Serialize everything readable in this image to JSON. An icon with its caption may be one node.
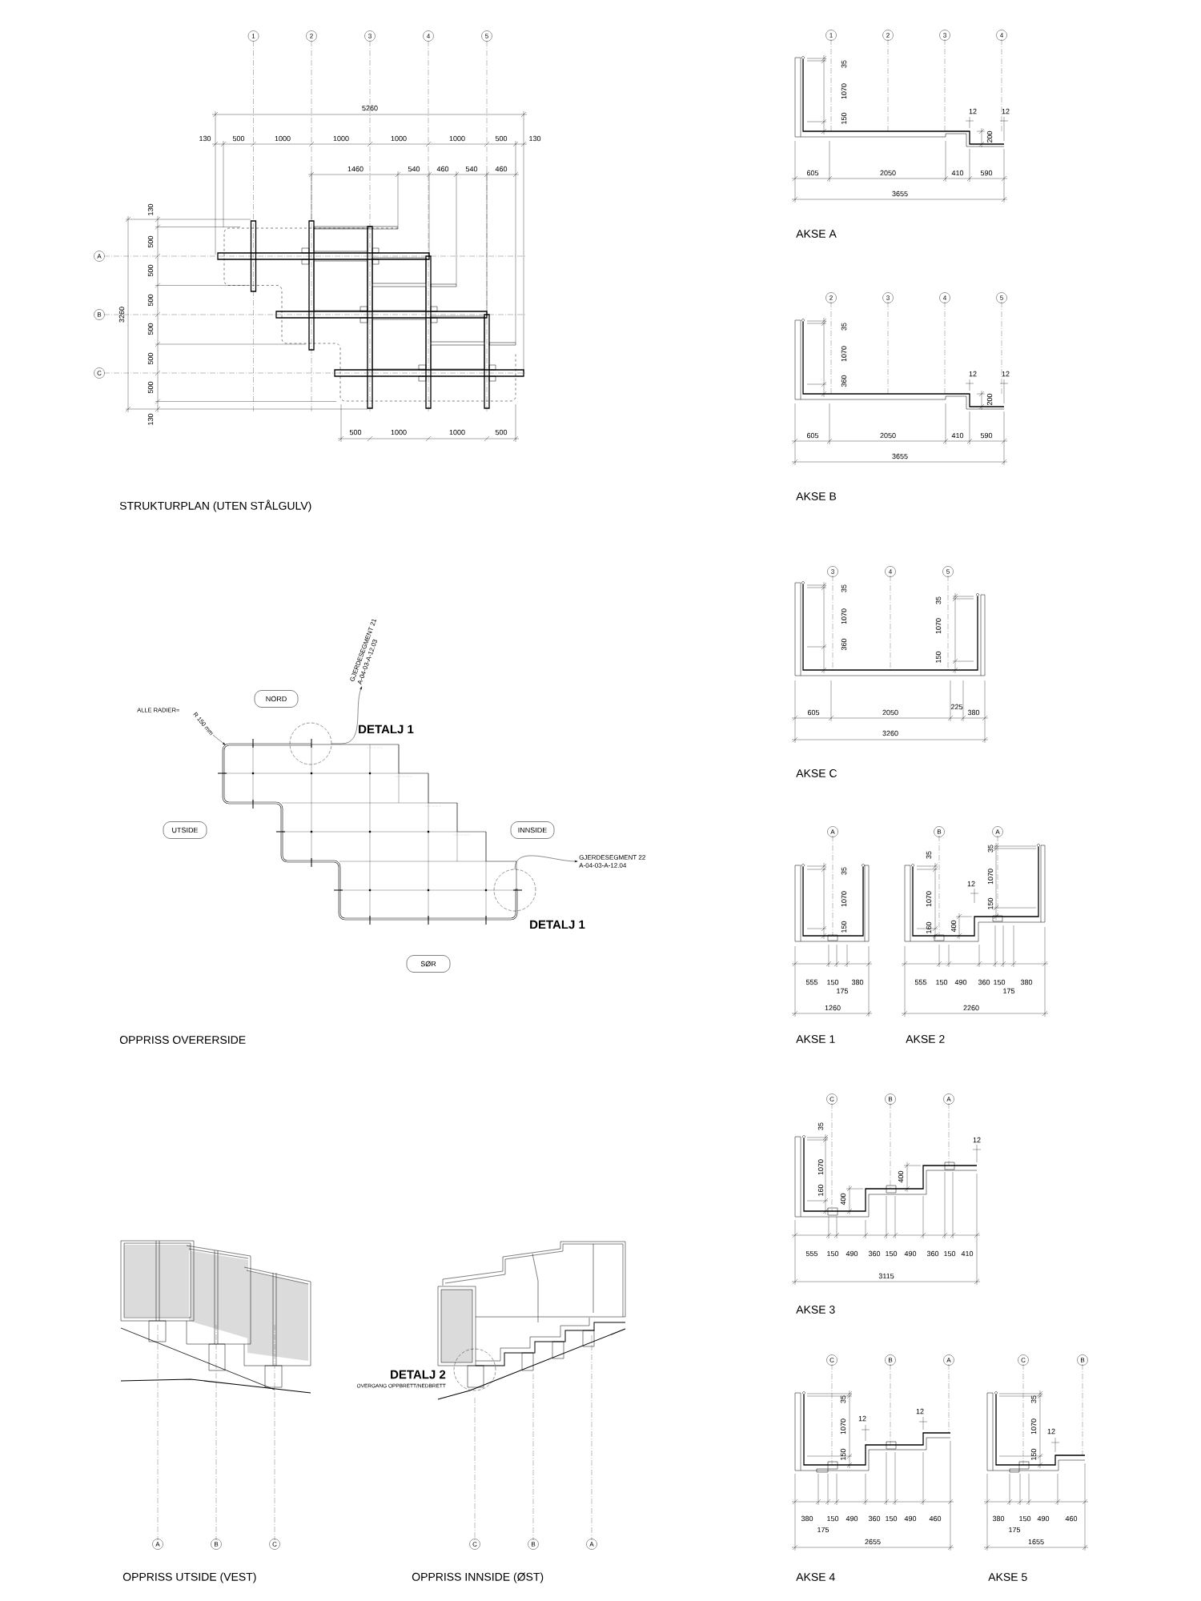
{
  "diagram": {
    "nodes": [
      {
        "text": [
          "1"
        ]
      },
      {
        "text": [
          "2"
        ]
      },
      {
        "text": [
          "3"
        ]
      },
      {
        "text": [
          "4"
        ]
      },
      {
        "text": [
          "5"
        ]
      },
      {
        "text": [
          "A"
        ]
      },
      {
        "text": [
          "B"
        ]
      },
      {
        "text": [
          "C"
        ]
      },
      {
        "text": [
          "1"
        ]
      },
      {
        "text": [
          "2"
        ]
      },
      {
        "text": [
          "3"
        ]
      },
      {
        "text": [
          "4"
        ]
      },
      {
        "text": [
          "2"
        ]
      },
      {
        "text": [
          "3"
        ]
      },
      {
        "text": [
          "4"
        ]
      },
      {
        "text": [
          "5"
        ]
      },
      {
        "text": [
          "3"
        ]
      },
      {
        "text": [
          "4"
        ]
      },
      {
        "text": [
          "5"
        ]
      },
      {
        "text": [
          "R 150 mm"
        ]
      },
      {
        "text": [
          "NORD"
        ]
      },
      {
        "text": [
          "GJERDESEGMENT 21",
          "A-04-03-A-12.03"
        ]
      },
      {
        "text": [],
        "shape": "circle",
        "beside": [
          "DETALJ 1"
        ]
      },
      {
        "text": [
          "UTSIDE"
        ]
      },
      {
        "text": [
          "INNSIDE"
        ]
      },
      {
        "text": [
          "GJERDESEGMENT 22",
          "A-04-03-A-12.04"
        ]
      },
      {
        "text": [],
        "shape": "circle",
        "beside": [
          "DETALJ 1"
        ]
      },
      {
        "text": [
          "SØR"
        ]
      },
      {
        "text": [
          "A"
        ]
      },
      {
        "text": [
          "B"
        ]
      },
      {
        "text": [
          "A"
        ]
      },
      {
        "text": [
          "C"
        ]
      },
      {
        "text": [
          "B"
        ]
      },
      {
        "text": [
          "A"
        ]
      },
      {
        "text": [
          "A"
        ]
      },
      {
        "text": [
          "B"
        ]
      },
      {
        "text": [
          "C"
        ]
      },
      {
        "text": [],
        "shape": "circle",
        "beside": [
          "DETALJ 2",
          "OVERGANG OPPBRETT/NEDBRETT"
        ]
      },
      {
        "text": [
          "C"
        ]
      },
      {
        "text": [
          "B"
        ]
      },
      {
        "text": [
          "A"
        ]
      },
      {
        "text": [
          "C"
        ]
      },
      {
        "text": [
          "B"
        ]
      },
      {
        "text": [
          "A"
        ]
      },
      {
        "text": [
          "C"
        ]
      },
      {
        "text": [
          "B"
        ]
      }
    ],
    "edges": [
      {
        "from": 22,
        "to": 21,
        "arrow": "to"
      },
      {
        "from": 26,
        "to": 25,
        "arrow": "to"
      },
      {
        "from": 19,
        "to": null,
        "arrow": "to"
      }
    ],
    "labels": [
      "5260",
      "130",
      "500",
      "1000",
      "1000",
      "1000",
      "1000",
      "500",
      "130",
      "1460",
      "540",
      "460",
      "540",
      "460",
      "3260",
      "130",
      "500",
      "500",
      "500",
      "500",
      "500",
      "500",
      "130",
      "500",
      "1000",
      "1000",
      "500",
      "STRUKTURPLAN (UTEN STÅLGULV)",
      "35",
      "1070",
      "150",
      "12",
      "12",
      "200",
      "605",
      "2050",
      "410",
      "590",
      "3655",
      "AKSE A",
      "35",
      "1070",
      "360",
      "12",
      "12",
      "200",
      "605",
      "2050",
      "410",
      "590",
      "3655",
      "AKSE B",
      "35",
      "1070",
      "360",
      "35",
      "1070",
      "150",
      "605",
      "2050",
      "225",
      "380",
      "3260",
      "AKSE C",
      "ALLE RADIER=",
      "OPPRISS OVERERSIDE",
      "35",
      "1070",
      "150",
      "555",
      "150",
      "175",
      "380",
      "1260",
      "AKSE 1",
      "35",
      "1070",
      "160",
      "400",
      "12",
      "35",
      "1070",
      "150",
      "555",
      "150",
      "490",
      "360",
      "150",
      "175",
      "380",
      "2260",
      "AKSE 2",
      "35",
      "1070",
      "160",
      "400",
      "400",
      "12",
      "555",
      "150",
      "490",
      "360",
      "150",
      "490",
      "360",
      "150",
      "410",
      "3115",
      "AKSE 3",
      "OPPRISS UTSIDE (VEST)",
      "OPPRISS INNSIDE (ØST)",
      "35",
      "1070",
      "150",
      "12",
      "12",
      "380",
      "150",
      "490",
      "360",
      "150",
      "490",
      "460",
      "175",
      "2655",
      "AKSE 4",
      "35",
      "1070",
      "150",
      "12",
      "380",
      "150",
      "490",
      "460",
      "175",
      "1655",
      "AKSE 5"
    ]
  }
}
